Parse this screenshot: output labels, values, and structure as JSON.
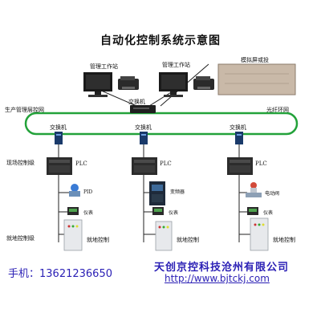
{
  "title": "自动化控制系统示意图",
  "workstation_left": "管理工作站",
  "workstation_right": "管理工作站",
  "panel_label": "模拟屏或投",
  "switch_top": "交换机",
  "ring_left": "生产管理层控网",
  "ring_right": "光纤环网",
  "switch_1": "交换机",
  "switch_2": "交换机",
  "switch_3": "交换机",
  "field_control": "现场控制级",
  "plc_1": "PLC",
  "plc_2": "PLC",
  "plc_3": "PLC",
  "pid": "PID",
  "vfd": "变频器",
  "motor_valve": "电动阀",
  "meter_1": "仪表",
  "meter_2": "仪表",
  "meter_3": "仪表",
  "local_level": "就地控制级",
  "local_1": "就地控制",
  "local_2": "就地控制",
  "local_3": "就地控制",
  "phone": "手机：13621236650",
  "company": "天创京控科技沧州有限公司",
  "url": "http://www.bjtckj.com"
}
